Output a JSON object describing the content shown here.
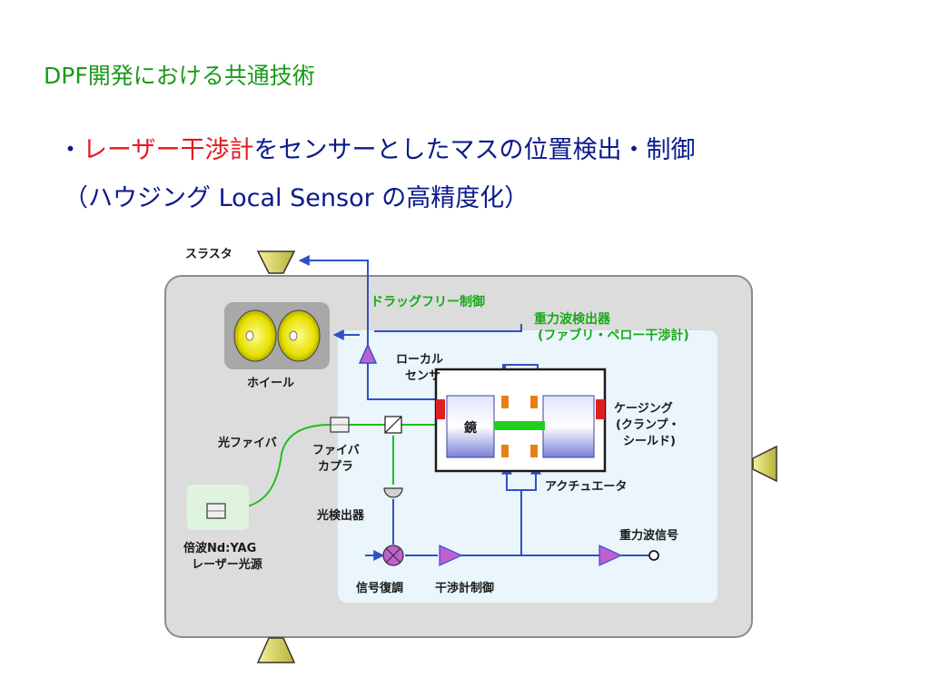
{
  "slide": {
    "title": "DPF開発における共通技術",
    "bullet_marker": "・",
    "bullet_red": "レーザー干渉計",
    "bullet_rest": "をセンサーとしたマスの位置検出・制御",
    "bullet_line2_open": "（ハウジング",
    "bullet_line2_mid": " Local Sensor ",
    "bullet_line2_close": "の高精度化）"
  },
  "diagram": {
    "thruster": "スラスタ",
    "drag_free": "ドラッグフリー制御",
    "gw_detector_line1": "重力波検出器",
    "gw_detector_line2": "(ファブリ・ペロー干渉計)",
    "wheel": "ホイール",
    "local_sensor_line1": "ローカル",
    "local_sensor_line2": "センサ",
    "mirror": "鏡",
    "casing_line1": "ケージング",
    "casing_line2": "(クランプ・",
    "casing_line3": "シールド)",
    "optical_fiber": "光ファイバ",
    "fiber_coupler_line1": "ファイバ",
    "fiber_coupler_line2": "カプラ",
    "actuator": "アクチュエータ",
    "photodetector": "光検出器",
    "gw_signal": "重力波信号",
    "laser_line1": "倍波Nd:YAG",
    "laser_line2": "レーザー光源",
    "demodulation": "信号復調",
    "interferometer_control": "干渉計制御"
  },
  "colors": {
    "title_green": "#1a9a1a",
    "text_navy": "#0a1a8a",
    "highlight_red": "#e8181c",
    "signal_blue": "#3050c8",
    "laser_green": "#20c020",
    "triangle_purple": "#c060d0"
  }
}
